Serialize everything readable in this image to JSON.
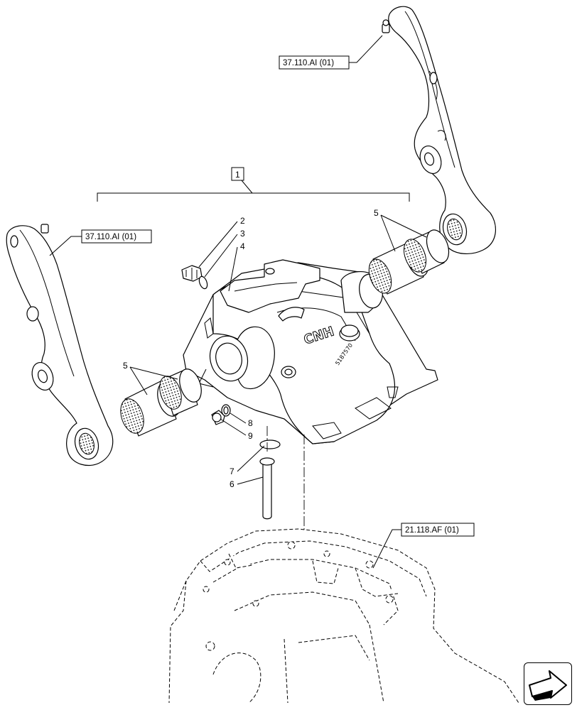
{
  "references": {
    "ref_top_right": "37.110.AI (01)",
    "ref_left": "37.110.AI (01)",
    "ref_bottom": "21.118.AF (01)"
  },
  "assembly_label": "1",
  "callouts": {
    "c2": "2",
    "c3": "3",
    "c4": "4",
    "c5_right": "5",
    "c5_left": "5",
    "c6": "6",
    "c7": "7",
    "c8": "8",
    "c9": "9"
  },
  "cover_markings": {
    "brand": "CNH",
    "part_number": "5187570"
  },
  "icons": {
    "next_page": "arrow-right-icon"
  }
}
